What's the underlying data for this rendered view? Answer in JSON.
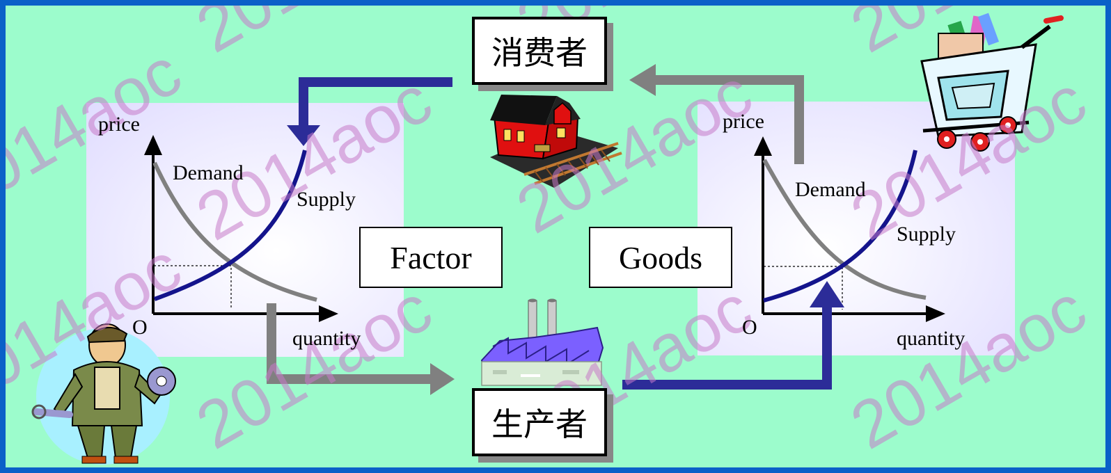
{
  "consumer_label": "消费者",
  "producer_label": "生产者",
  "factor_label": "Factor",
  "goods_label": "Goods",
  "watermark_text": "2014aoc",
  "left_graph": {
    "y_axis": "price",
    "x_axis": "quantity",
    "origin": "O",
    "demand": "Demand",
    "supply": "Supply"
  },
  "right_graph": {
    "y_axis": "price",
    "x_axis": "quantity",
    "origin": "O",
    "demand": "Demand",
    "supply": "Supply"
  },
  "colors": {
    "frame": "#0a60c8",
    "background": "#9cfccc",
    "supply_curve": "#14148c",
    "demand_curve": "#808080",
    "flow_blue": "#2c2c98",
    "flow_gray": "#808080",
    "watermark": "#c77ac8"
  },
  "icons": [
    "worker-clipart-icon",
    "shopping-cart-clipart-icon",
    "house-clipart-icon",
    "factory-clipart-icon"
  ]
}
